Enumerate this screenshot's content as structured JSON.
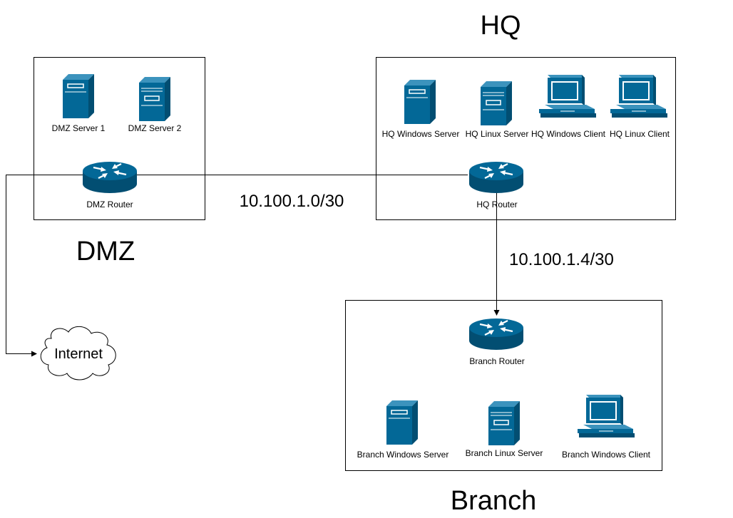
{
  "zones": {
    "dmz": {
      "title": "DMZ",
      "server1_label": "DMZ Server 1",
      "server2_label": "DMZ Server 2",
      "router_label": "DMZ Router"
    },
    "hq": {
      "title": "HQ",
      "windows_server_label": "HQ Windows Server",
      "linux_server_label": "HQ Linux Server",
      "windows_client_label": "HQ Windows Client",
      "linux_client_label": "HQ Linux Client",
      "router_label": "HQ Router"
    },
    "branch": {
      "title": "Branch",
      "router_label": "Branch Router",
      "windows_server_label": "Branch Windows Server",
      "linux_server_label": "Branch Linux Server",
      "windows_client_label": "Branch Windows Client"
    }
  },
  "internet": {
    "label": "Internet"
  },
  "links": {
    "dmz_hq_subnet": "10.100.1.0/30",
    "hq_branch_subnet": "10.100.1.4/30"
  },
  "colors": {
    "device": "#036897",
    "device_dark": "#024e72",
    "device_light": "#ffffff",
    "line": "#000000"
  },
  "icons": {
    "server": "server-icon",
    "router": "router-icon",
    "client": "workstation-icon",
    "cloud": "cloud-icon"
  }
}
